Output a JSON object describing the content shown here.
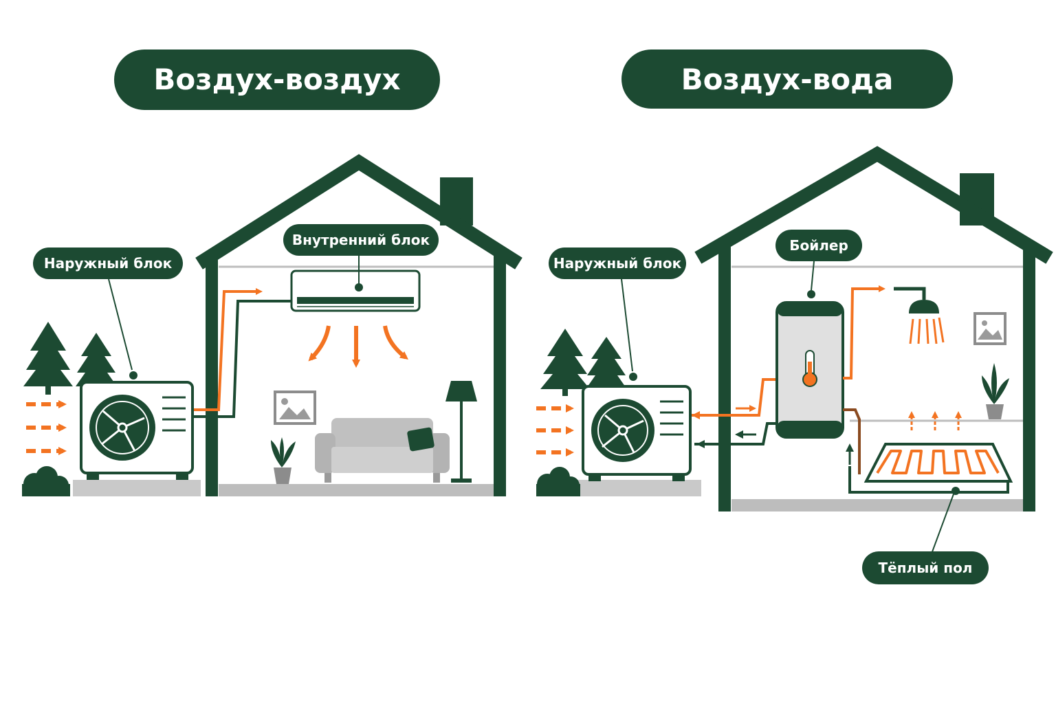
{
  "panels": [
    {
      "title": "Воздух-воздух",
      "labels": {
        "outdoor_unit": "Наружный блок",
        "indoor_unit": "Внутренний блок"
      }
    },
    {
      "title": "Воздух-вода",
      "labels": {
        "outdoor_unit": "Наружный блок",
        "boiler": "Бойлер",
        "floor_heating": "Тёплый пол"
      }
    }
  ],
  "colors": {
    "dark_green": "#1c4a32",
    "orange": "#f37321",
    "gray": "#c9c9c9",
    "dark_gray": "#a8a8a8",
    "line_gray": "#bdbdbd"
  },
  "icons": [
    "house-icon",
    "tree-icon",
    "bush-icon",
    "fan-icon",
    "air-conditioner-icon",
    "sofa-icon",
    "floor-lamp-icon",
    "potted-plant-icon",
    "picture-frame-icon",
    "boiler-icon",
    "thermometer-icon",
    "shower-head-icon",
    "floor-heating-coil-icon"
  ]
}
